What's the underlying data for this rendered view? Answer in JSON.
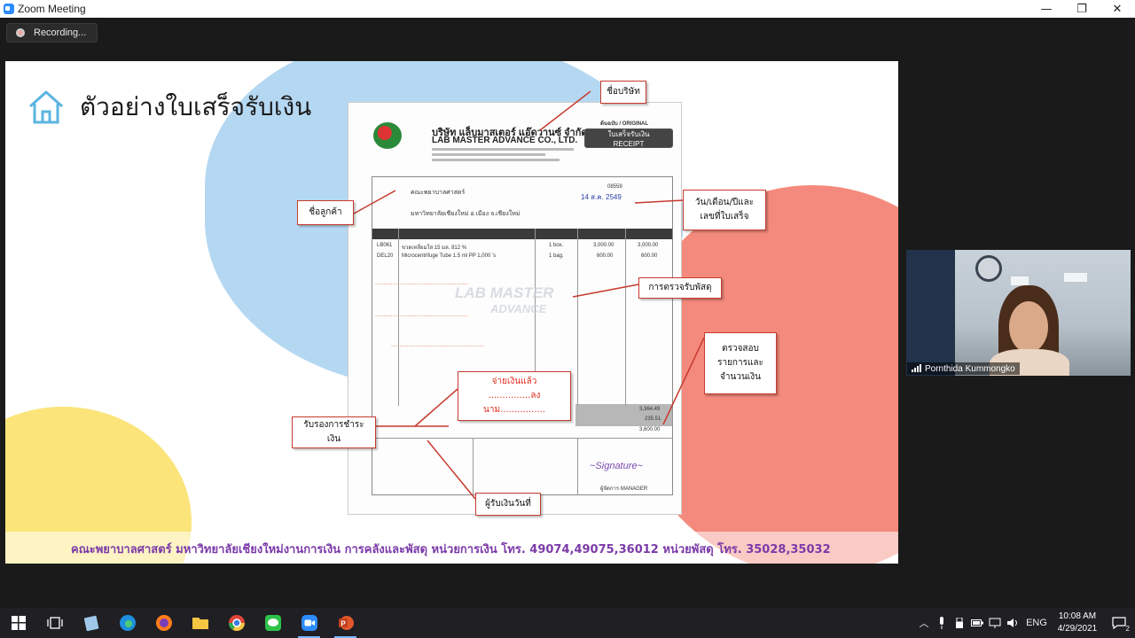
{
  "window": {
    "title": "Zoom Meeting",
    "minimize": "—",
    "restore": "❐",
    "close": "✕"
  },
  "recording": {
    "label": "Recording..."
  },
  "slide": {
    "title": "ตัวอย่างใบเสร็จรับเงิน",
    "footer": "คณะพยาบาลศาสตร์ มหาวิทยาลัยเชียงใหม่งานการเงิน การคลังและพัสดุ หน่วยการเงิน โทร. 49074,49075,36012 หน่วยพัสดุ โทร. 35028,35032",
    "callouts": {
      "company_name": "ชื่อบริษัท",
      "customer_name": "ชื่อลูกค้า",
      "date_number_line1": "วัน/เดือน/ปีและ",
      "date_number_line2": "เลขที่ใบเสร็จ",
      "inspect_supplies": "การตรวจรับพัสดุ",
      "verify_line1": "ตรวจสอบ",
      "verify_line2": "รายการและ",
      "verify_line3": "จำนวนเงิน",
      "paid_line1": "จ่ายเงินแล้ว",
      "paid_line2": "...............ลงนาม................",
      "certify_line1": "รับรองการชำระ",
      "certify_line2": "เงิน",
      "receiver": "ผู้รับเงินวันที่"
    },
    "receipt": {
      "company_th": "บริษัท แล็บมาสเตอร์ แอ๊ดวานซ์ จำกัด",
      "company_en": "LAB MASTER ADVANCE CO., LTD.",
      "original": "ต้นฉบับ / ORIGINAL",
      "receipt_th": "ใบเสร็จรับเงิน",
      "receipt_en": "RECEIPT",
      "customer": "คณะพยาบาลศาสตร์",
      "customer_addr": "มหาวิทยาลัยเชียงใหม่ อ.เมือง จ.เชียงใหม่",
      "receipt_no": "08559",
      "receipt_date": "14 ส.ค. 2549",
      "item1_code": "LB061",
      "item1_desc": "ขวดเหลี่ยมใส 15 มล. 812 %",
      "item1_qty": "1 box.",
      "item1_price": "3,000.00",
      "item1_amount": "3,000.00",
      "item2_code": "DEL20",
      "item2_desc": "Microcentrifuge Tube 1.5 ml PP 1,000 's",
      "item2_qty": "1 bag.",
      "item2_price": "600.00",
      "item2_amount": "600.00",
      "subtotal": "3,364.49",
      "vat": "235.51",
      "total": "3,600.00",
      "watermark1": "LAB MASTER",
      "watermark2": "ADVANCE",
      "manager": "ผู้จัดการ MANAGER"
    }
  },
  "participant": {
    "name": "Pornthida Kummongko"
  },
  "taskbar": {
    "lang": "ENG",
    "time": "10:08 AM",
    "date": "4/29/2021",
    "notif_count": "2"
  },
  "colors": {
    "callout_border": "#c63a2e",
    "footer_text": "#7b3aa8",
    "blob_blue": "#b5d8f2",
    "blob_red": "#f48a7d",
    "blob_yellow": "#fbe47a"
  }
}
